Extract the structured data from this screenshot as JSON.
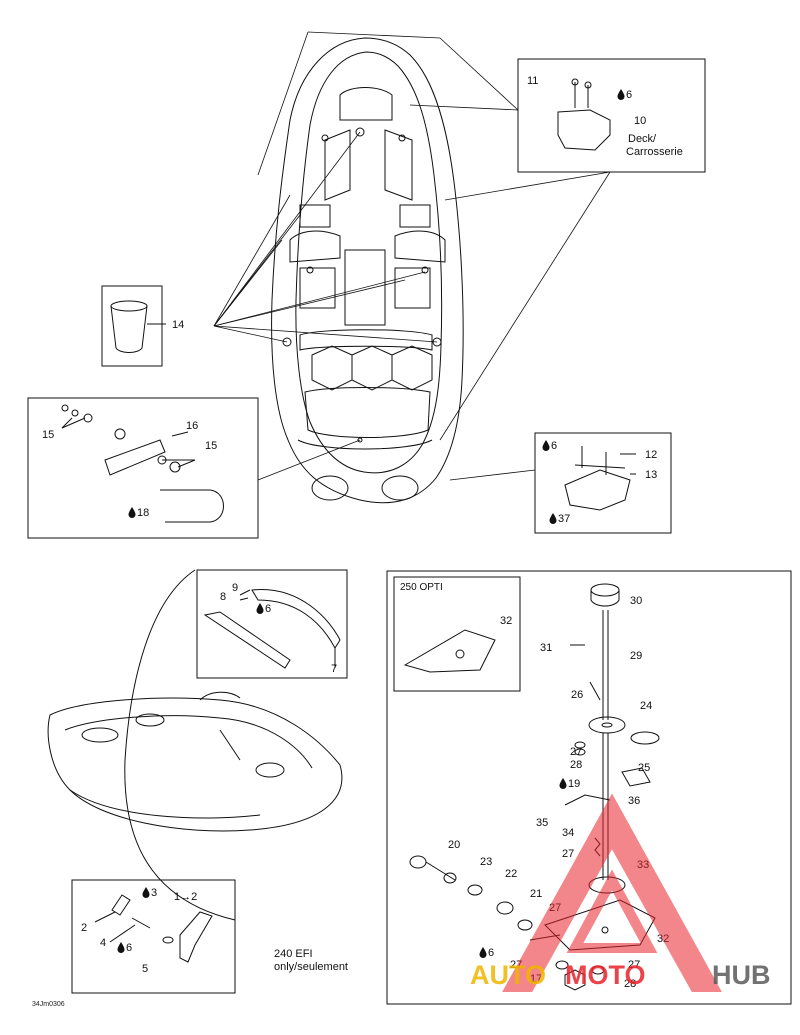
{
  "callouts": {
    "c11": "11",
    "c10": "10",
    "c14": "14",
    "c15a": "15",
    "c16": "16",
    "c15b": "15",
    "c12": "12",
    "c13": "13",
    "c30": "30",
    "c31": "31",
    "c29": "29",
    "c26": "26",
    "c24": "24",
    "c27a": "27",
    "c28a": "28",
    "c25": "25",
    "c36": "36",
    "c35": "35",
    "c34": "34",
    "c27b": "27",
    "c33": "33",
    "c20": "20",
    "c23": "23",
    "c22": "22",
    "c21": "21",
    "c27c": "27",
    "c32b": "32",
    "c27d": "27",
    "c17": "17",
    "c27e": "27",
    "c28b": "28",
    "c9": "9",
    "c8": "8",
    "c7": "7",
    "c32a": "32",
    "c2": "2",
    "c4": "4",
    "c5": "5"
  },
  "torque": {
    "t6a": "6",
    "t6b": "6",
    "t18": "18",
    "t37": "37",
    "t6c": "6",
    "t19": "19",
    "t6d": "6",
    "t3": "3",
    "t6e": "6"
  },
  "texts": {
    "deck_line1": "Deck/",
    "deck_line2": "Carrosserie",
    "opti": "250 OPTI",
    "arrow12": "1→2",
    "efi_line1": "240 EFI",
    "efi_line2": "only/seulement",
    "code": "34Jm0306"
  },
  "watermark": {
    "part1": "AUTO",
    "part2": "MOTO",
    "part3": "HUB",
    "color_gold": "#f0b400",
    "color_red": "#e8232a",
    "color_dark": "#5a5a5a"
  }
}
